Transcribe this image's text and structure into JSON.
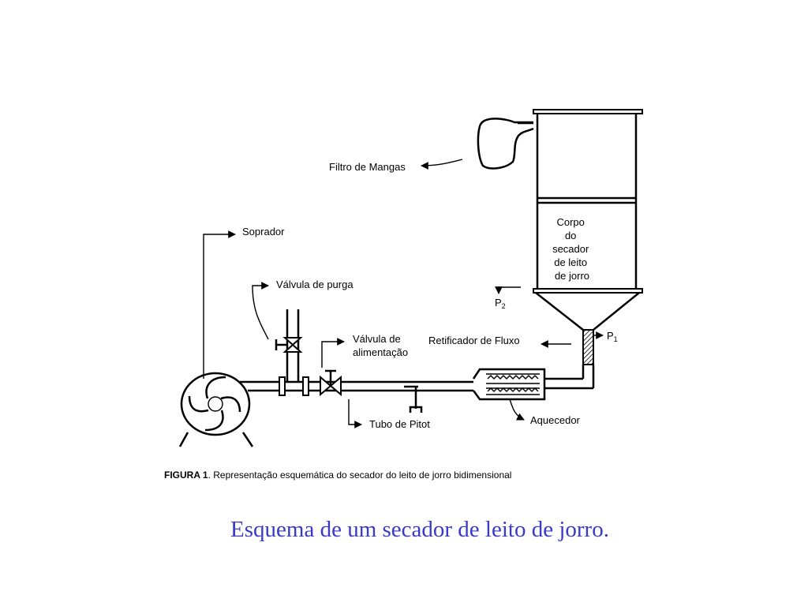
{
  "labels": {
    "filtro": "Filtro de Mangas",
    "soprador": "Soprador",
    "valvula_purga": "Válvula de purga",
    "valvula_alim_1": "Válvula de",
    "valvula_alim_2": "alimentação",
    "retificador": "Retificador de Fluxo",
    "p1": "P",
    "p1_sub": "1",
    "p2": "P",
    "p2_sub": "2",
    "corpo": [
      "Corpo",
      "do",
      "secador",
      "de leito",
      "de jorro"
    ],
    "tubo_pitot": "Tubo de Pitot",
    "aquecedor": "Aquecedor"
  },
  "figure_caption": {
    "bold": "FIGURA 1",
    "rest": ".  Representação esquemática do secador do leito de jorro bidimensional"
  },
  "slide_caption": "Esquema de um secador de leito de jorro.",
  "colors": {
    "caption": "#3a3ac8",
    "line": "#000000"
  }
}
